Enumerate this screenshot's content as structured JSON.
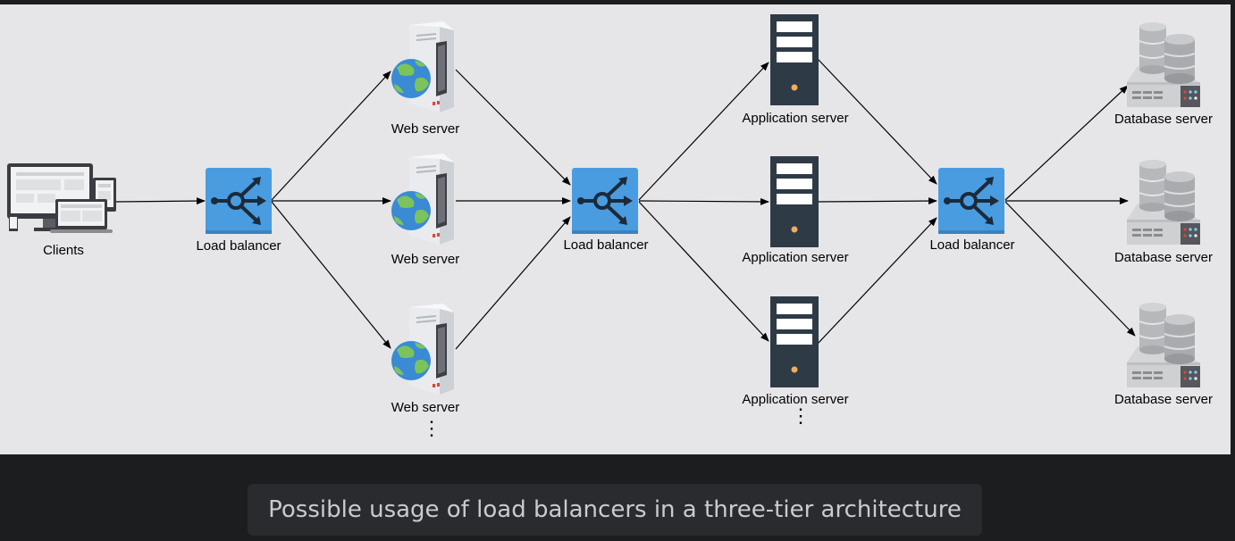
{
  "labels": {
    "clients": "Clients",
    "load_balancer": "Load balancer",
    "web_server": "Web server",
    "application_server": "Application server",
    "database_server": "Database  server"
  },
  "colors": {
    "background": "#e6e6e9",
    "load_balancer_blue": "#4a9ce0",
    "app_server_dark": "#2f3a47",
    "app_server_led": "#f0ad5a",
    "globe_blue": "#3a8ad4",
    "globe_green": "#7cc35b"
  },
  "icons": {
    "clients": "devices-icon",
    "load_balancer": "load-balancer-icon",
    "web_server": "web-server-icon",
    "application_server": "server-rack-icon",
    "database_server": "database-server-icon"
  },
  "continuation": "⋮",
  "caption": "Possible usage of load balancers in a three-tier architecture"
}
